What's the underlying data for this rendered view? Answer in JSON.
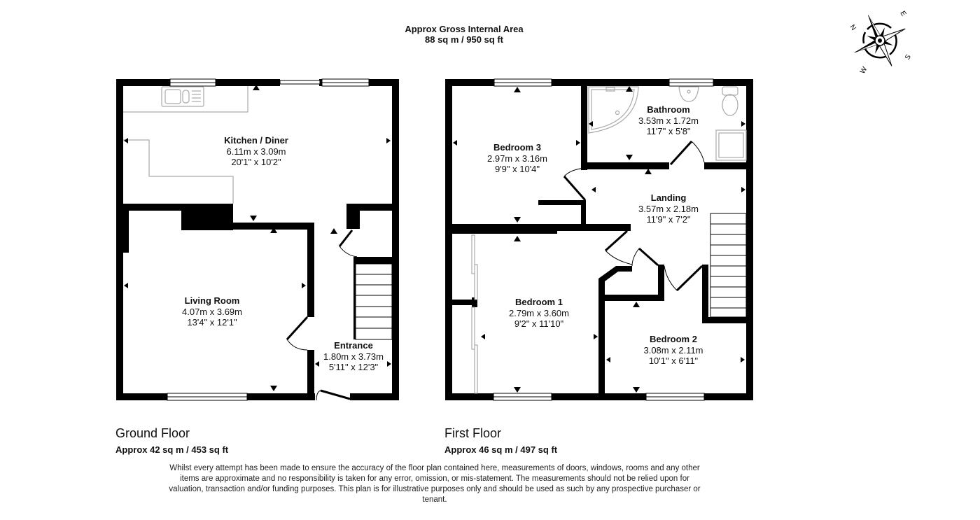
{
  "header": {
    "title": "Approx Gross Internal Area",
    "area": "88 sq m / 950 sq ft"
  },
  "compass": {
    "icon": "compass-rose-icon",
    "labels": {
      "north": "N",
      "east": "E",
      "south": "S",
      "west": "W"
    }
  },
  "floors": [
    {
      "name": "Ground Floor",
      "area": "Approx 42 sq m / 453 sq ft",
      "rooms": [
        {
          "name": "Kitchen / Diner",
          "metric": "6.11m x 3.09m",
          "imperial": "20'1\" x 10'2\""
        },
        {
          "name": "Living Room",
          "metric": "4.07m x 3.69m",
          "imperial": "13'4\" x 12'1\""
        },
        {
          "name": "Entrance",
          "metric": "1.80m x 3.73m",
          "imperial": "5'11\" x 12'3\""
        }
      ]
    },
    {
      "name": "First Floor",
      "area": "Approx 46 sq m / 497 sq ft",
      "rooms": [
        {
          "name": "Bedroom 3",
          "metric": "2.97m x 3.16m",
          "imperial": "9'9\" x 10'4\""
        },
        {
          "name": "Bathroom",
          "metric": "3.53m x 1.72m",
          "imperial": "11'7\" x 5'8\""
        },
        {
          "name": "Landing",
          "metric": "3.57m x 2.18m",
          "imperial": "11'9\" x 7'2\""
        },
        {
          "name": "Bedroom 1",
          "metric": "2.79m x 3.60m",
          "imperial": "9'2\" x 11'10\""
        },
        {
          "name": "Bedroom 2",
          "metric": "3.08m x 2.11m",
          "imperial": "10'1\" x 6'11\""
        }
      ]
    }
  ],
  "disclaimer": "Whilst every attempt has been made to ensure the accuracy of the floor plan contained here, measurements of doors, windows, rooms and any other items are approximate and no responsibility is taken for any error, omission, or mis-statement. The measurements should not be relied upon for valuation, transaction and/or funding purposes. This plan is for illustrative purposes only and should be used as such by any prospective purchaser or tenant.",
  "colors": {
    "wall": "#000000",
    "fixture": "#aaaaaa",
    "background": "#ffffff"
  }
}
